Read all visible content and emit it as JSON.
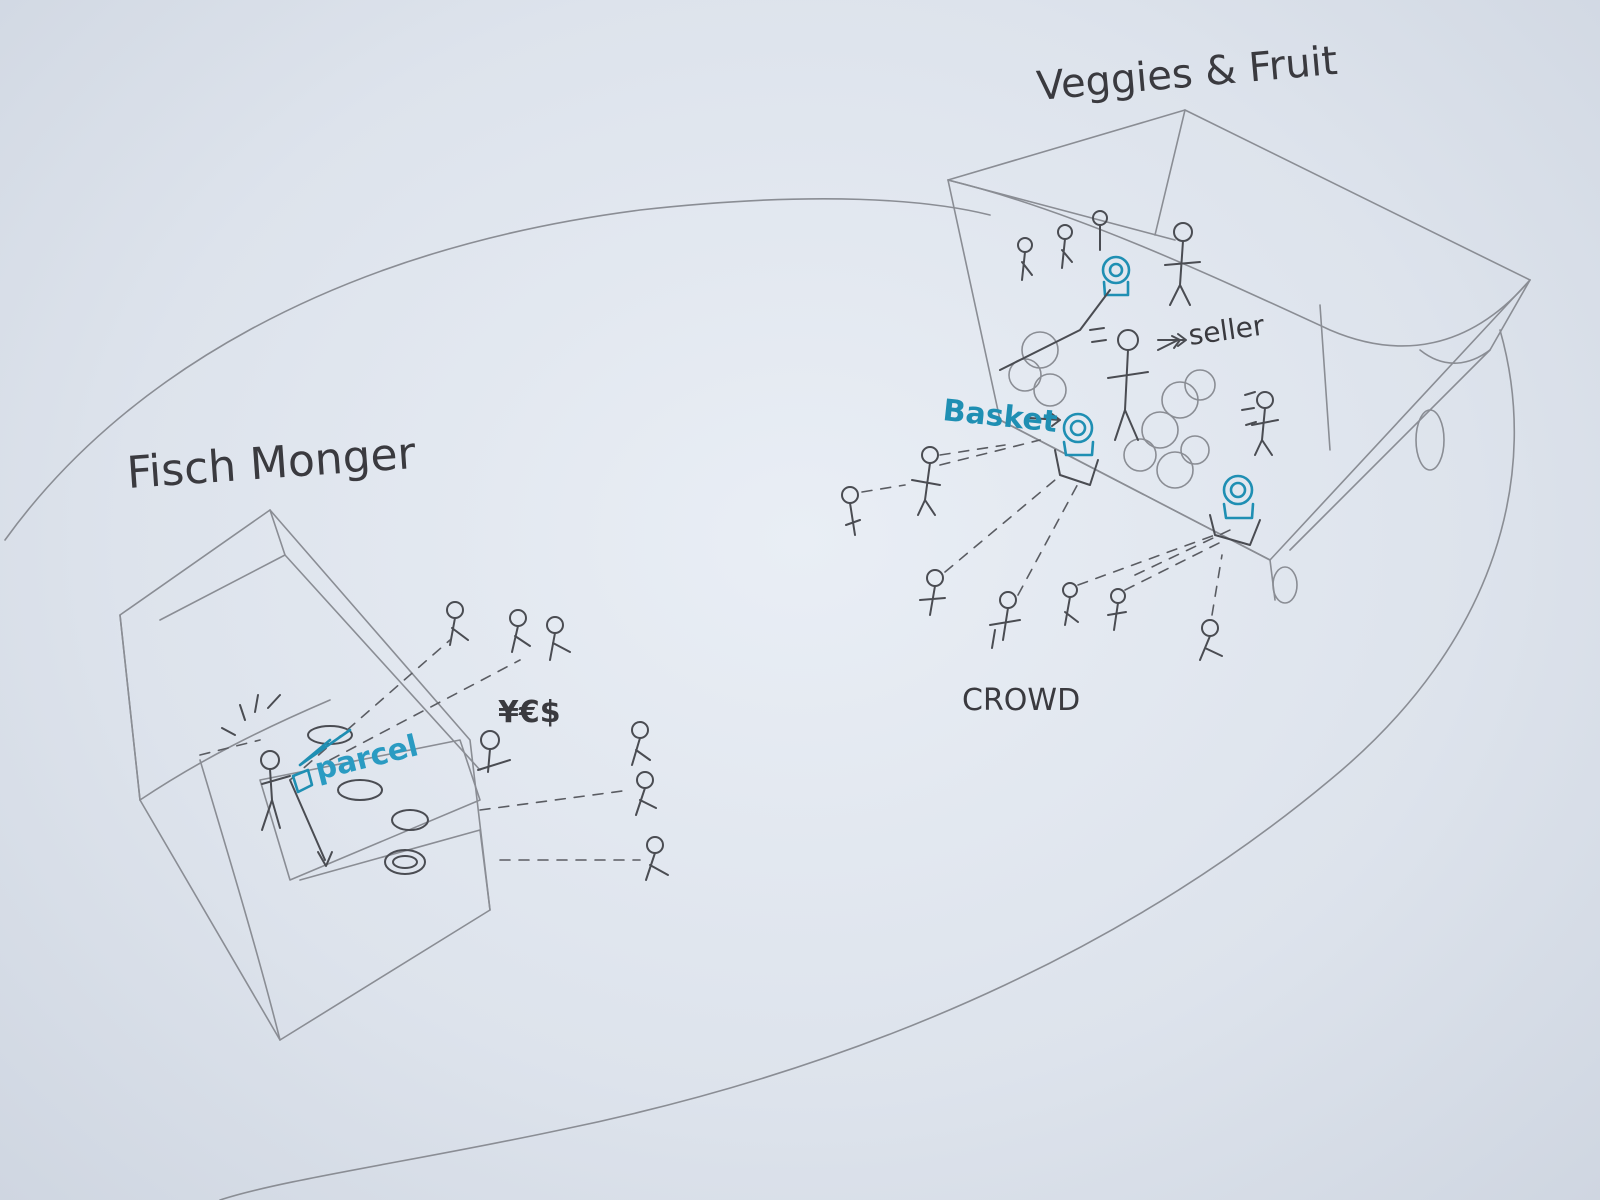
{
  "labels": {
    "fishmonger": "Fisch Monger",
    "veggies": "Veggies & Fruit",
    "seller": "seller",
    "basket": "Basket",
    "parcel": "parcel",
    "money": "¥€$",
    "crowd": "CROWD"
  },
  "colors": {
    "pencil": "#8a8d94",
    "ink": "#3a3a3f",
    "blue_ink": "#1f8fb3",
    "paper": "#e4e9f1"
  }
}
